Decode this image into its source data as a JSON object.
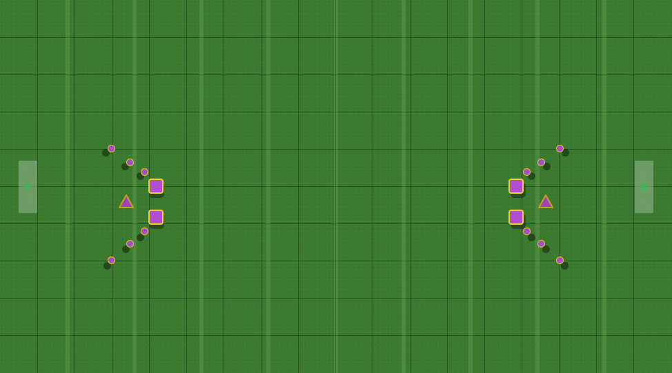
{
  "scene": {
    "type": "top-down sports field",
    "colors": {
      "grass": "#3b7b2f",
      "team_fill": "#a64dc9",
      "team_outline": "#e8c92a",
      "goal_marker": "#2fbf4a"
    },
    "goals": [
      {
        "side": "left",
        "icon": "goal-marker-icon"
      },
      {
        "side": "right",
        "icon": "goal-marker-icon"
      }
    ],
    "left_team": {
      "dots": 6,
      "squares": 2,
      "triangles": 1
    },
    "right_team": {
      "dots": 6,
      "squares": 2,
      "triangles": 1
    }
  }
}
